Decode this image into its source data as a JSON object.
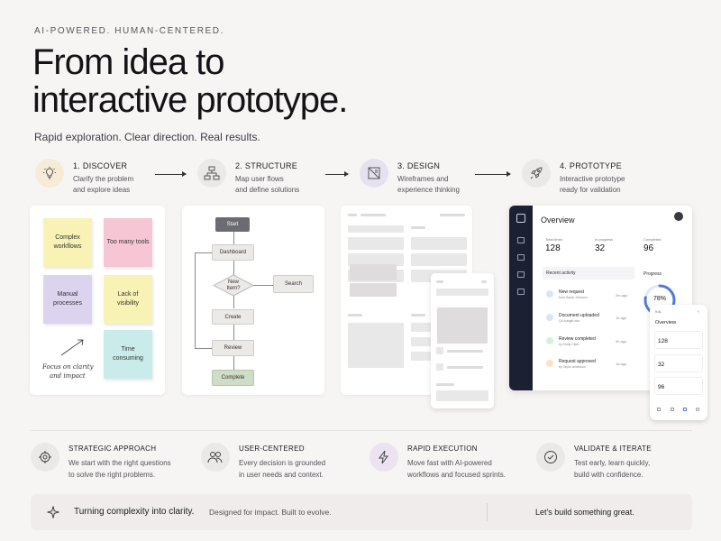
{
  "header": {
    "eyebrow": "AI-POWERED. HUMAN-CENTERED.",
    "headline_line1": "From idea to",
    "headline_line2": "interactive prototype.",
    "subtitle": "Rapid exploration. Clear direction. Real results."
  },
  "steps": [
    {
      "title": "1. DISCOVER",
      "desc1": "Clarify the problem",
      "desc2": "and explore ideas",
      "icon": "lightbulb-icon"
    },
    {
      "title": "2. STRUCTURE",
      "desc1": "Map user flows",
      "desc2": "and define solutions",
      "icon": "sitemap-icon"
    },
    {
      "title": "3. DESIGN",
      "desc1": "Wireframes and",
      "desc2": "experience thinking",
      "icon": "wireframe-icon"
    },
    {
      "title": "4. PROTOTYPE",
      "desc1": "Interactive prototype",
      "desc2": "ready for validation",
      "icon": "rocket-icon"
    }
  ],
  "discover": {
    "stickies": [
      "Complex workflows",
      "Too many tools",
      "Manual processes",
      "Lack of visibility",
      "Time consuming"
    ],
    "note_line1": "Focus on clarity",
    "note_line2": "and impact"
  },
  "flow": {
    "start": "Start",
    "dashboard": "Dashboard",
    "new_item": "New Item?",
    "search": "Search",
    "create": "Create",
    "review": "Review",
    "complete": "Complete"
  },
  "dashboard": {
    "title": "Overview",
    "kpis": [
      {
        "label": "Total items",
        "value": "128"
      },
      {
        "label": "In progress",
        "value": "32"
      },
      {
        "label": "Completed",
        "value": "96"
      }
    ],
    "recent_label": "Recent activity",
    "progress_label": "Progress",
    "progress_value": "78%",
    "progress_fraction": 0.78,
    "activity": [
      {
        "title": "New request",
        "sub": "from Sarah Johnson",
        "time": "2m ago"
      },
      {
        "title": "Document uploaded",
        "sub": "Q4 budget.xlsx",
        "time": "1h ago"
      },
      {
        "title": "Review completed",
        "sub": "by Emily Clark",
        "time": "3h ago"
      },
      {
        "title": "Request approved",
        "sub": "by Taylor Anderson",
        "time": "1d ago"
      }
    ]
  },
  "mobile": {
    "title": "Overview",
    "values": [
      "128",
      "32",
      "96"
    ]
  },
  "features": [
    {
      "title": "STRATEGIC APPROACH",
      "desc1": "We start with the right questions",
      "desc2": "to solve the right problems.",
      "icon": "target-icon"
    },
    {
      "title": "USER-CENTERED",
      "desc1": "Every decision is grounded",
      "desc2": "in user needs and context.",
      "icon": "users-icon"
    },
    {
      "title": "RAPID EXECUTION",
      "desc1": "Move fast with AI-powered",
      "desc2": "workflows and focused sprints.",
      "icon": "lightning-icon"
    },
    {
      "title": "VALIDATE & ITERATE",
      "desc1": "Test early, learn quickly,",
      "desc2": "build with confidence.",
      "icon": "check-circle-icon"
    }
  ],
  "footer": {
    "tagline": "Turning complexity into clarity.",
    "sub": "Designed for impact. Built to evolve.",
    "cta": "Let's build something great."
  },
  "colors": {
    "background": "#f7f5f4",
    "dashboard_sidebar": "#1c2033",
    "accent_blue": "#4f7cd8"
  }
}
